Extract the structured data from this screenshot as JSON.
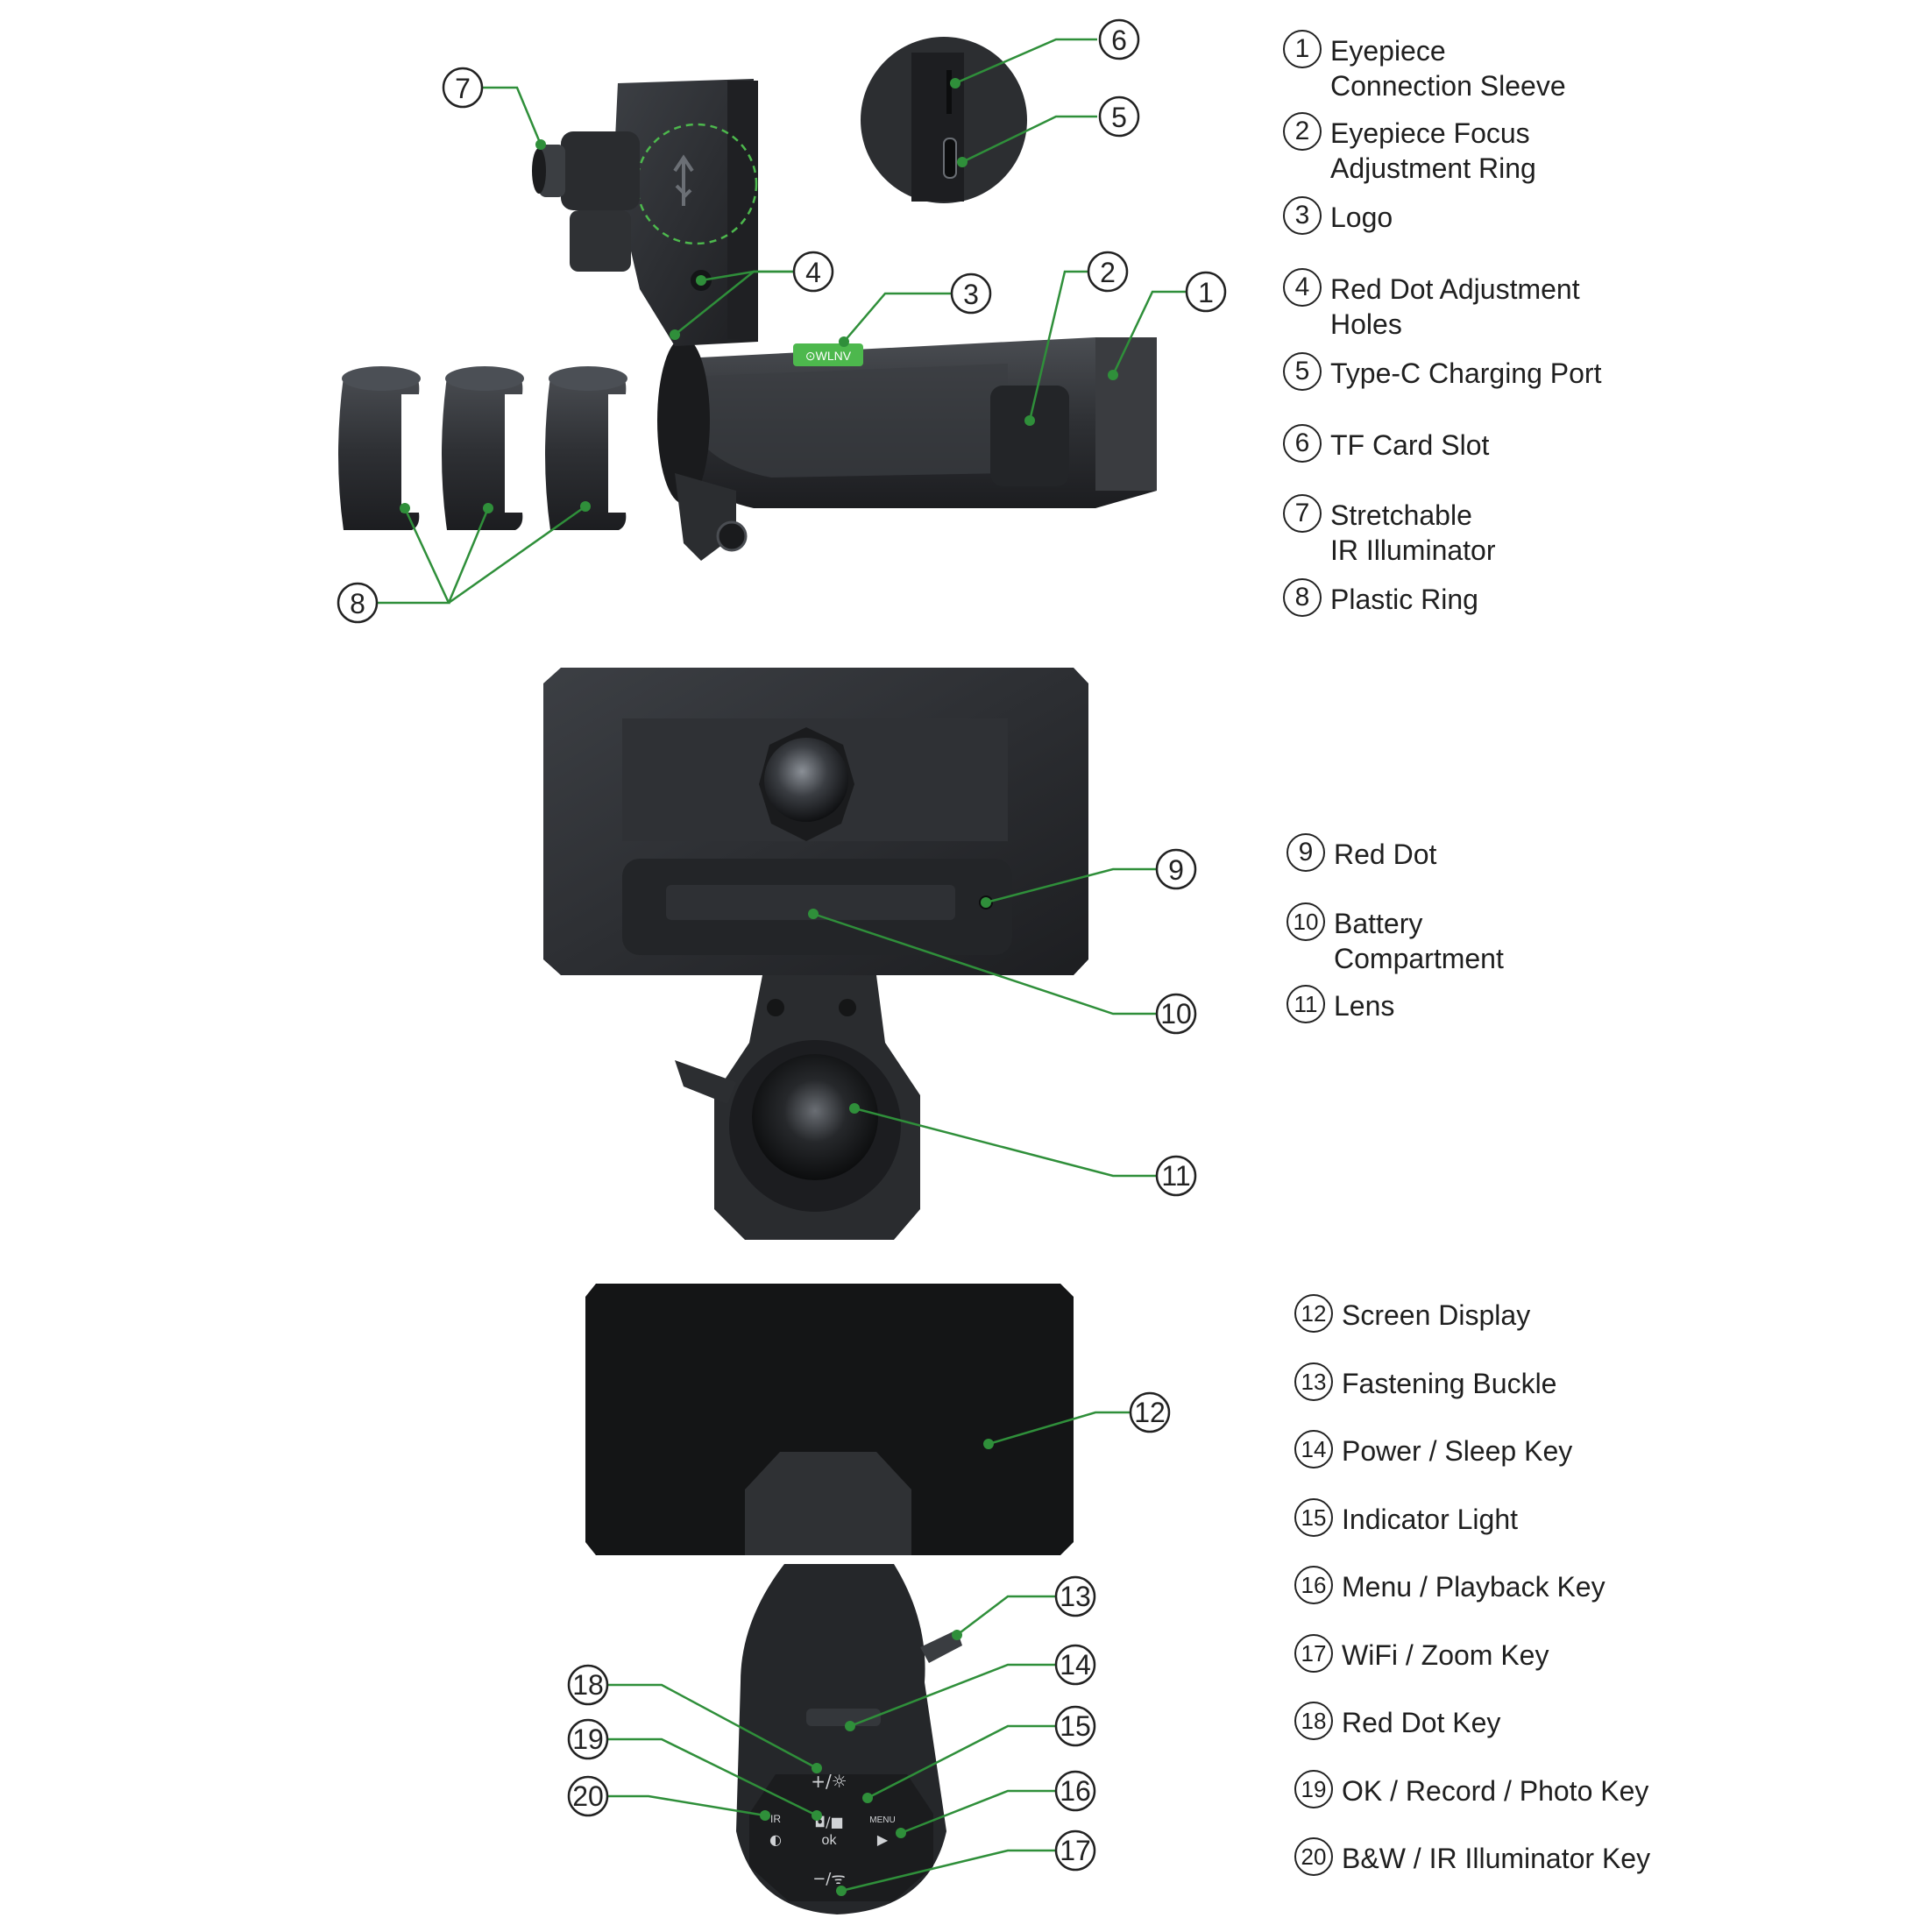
{
  "sections": {
    "side_view": {
      "logo_text": "⊙WLNV",
      "legend": [
        {
          "num": "1",
          "label": "Eyepiece\n Connection Sleeve"
        },
        {
          "num": "2",
          "label": "Eyepiece Focus\n Adjustment Ring"
        },
        {
          "num": "3",
          "label": "Logo"
        },
        {
          "num": "4",
          "label": "Red Dot Adjustment\nHoles"
        },
        {
          "num": "5",
          "label": "Type-C Charging Port"
        },
        {
          "num": "6",
          "label": "TF Card Slot"
        },
        {
          "num": "7",
          "label": "Stretchable\nIR Illuminator"
        },
        {
          "num": "8",
          "label": "Plastic Ring"
        }
      ]
    },
    "front_view": {
      "legend": [
        {
          "num": "9",
          "label": "Red Dot"
        },
        {
          "num": "10",
          "label": "Battery\nCompartment"
        },
        {
          "num": "11",
          "label": "Lens"
        }
      ]
    },
    "rear_view": {
      "keypad": {
        "top": "+/☼",
        "left_top": "IR",
        "left_bottom": "◐",
        "center_top": "◘/■",
        "center_bottom": "ok",
        "right_top": "MENU",
        "right_bottom": "▶",
        "bottom": "−/ᯤ"
      },
      "legend": [
        {
          "num": "12",
          "label": "Screen Display"
        },
        {
          "num": "13",
          "label": "Fastening Buckle"
        },
        {
          "num": "14",
          "label": "Power / Sleep Key"
        },
        {
          "num": "15",
          "label": "Indicator Light"
        },
        {
          "num": "16",
          "label": "Menu / Playback Key"
        },
        {
          "num": "17",
          "label": "WiFi / Zoom Key"
        },
        {
          "num": "18",
          "label": "Red Dot Key"
        },
        {
          "num": "19",
          "label": "OK / Record / Photo Key"
        },
        {
          "num": "20",
          "label": "B&W / IR Illuminator Key"
        }
      ]
    }
  },
  "colors": {
    "leader": "#2f8f3a",
    "device_dark": "#2b2d30",
    "device_mid": "#3a3d41",
    "screen": "#151617"
  }
}
